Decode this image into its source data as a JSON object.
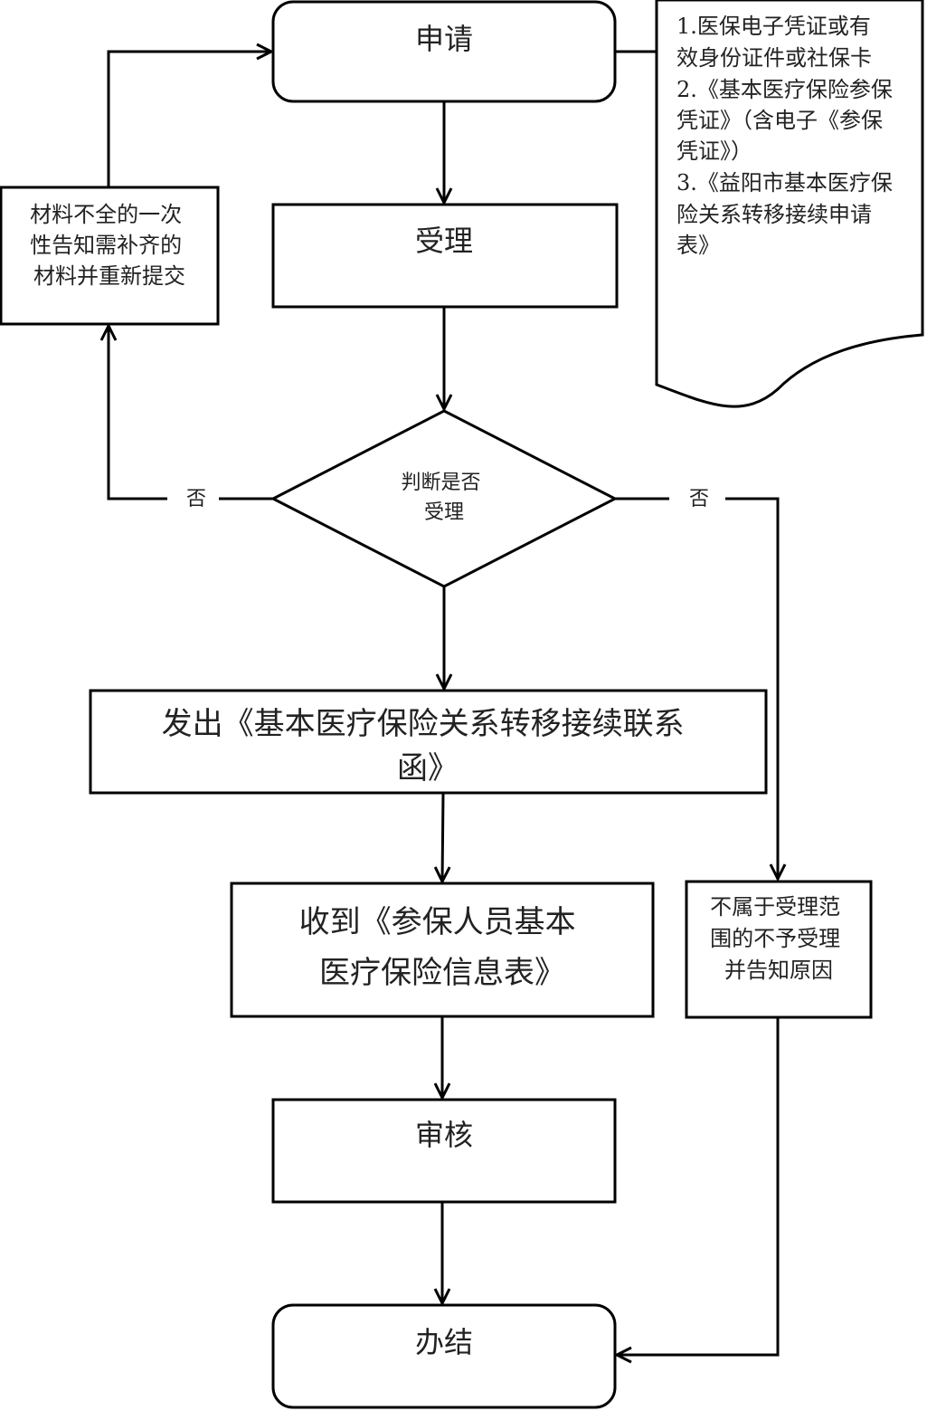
{
  "nodes": {
    "apply": "申请",
    "accept": "受理",
    "decision": [
      "判断是否",
      "受理"
    ],
    "incomplete": [
      "材料不全的一次",
      "性告知需补齐的",
      "材料并重新提交"
    ],
    "issue_letter": [
      "发出《基本医疗保险关系转移接续联系",
      "函》"
    ],
    "receive_form": [
      "收到《参保人员基本",
      "医疗保险信息表》"
    ],
    "rejected": [
      "不属于受理范",
      "围的不予受理",
      "并告知原因"
    ],
    "review": "审核",
    "complete": "办结"
  },
  "materials_note": [
    "1.医保电子凭证或有",
    "效身份证件或社保卡",
    "2.《基本医疗保险参保",
    "凭证》（含电子《参保",
    "凭证》）",
    "3.《益阳市基本医疗保",
    "险关系转移接续申请",
    "表》"
  ],
  "edge_labels": {
    "no_left": "否",
    "no_right": "否"
  }
}
